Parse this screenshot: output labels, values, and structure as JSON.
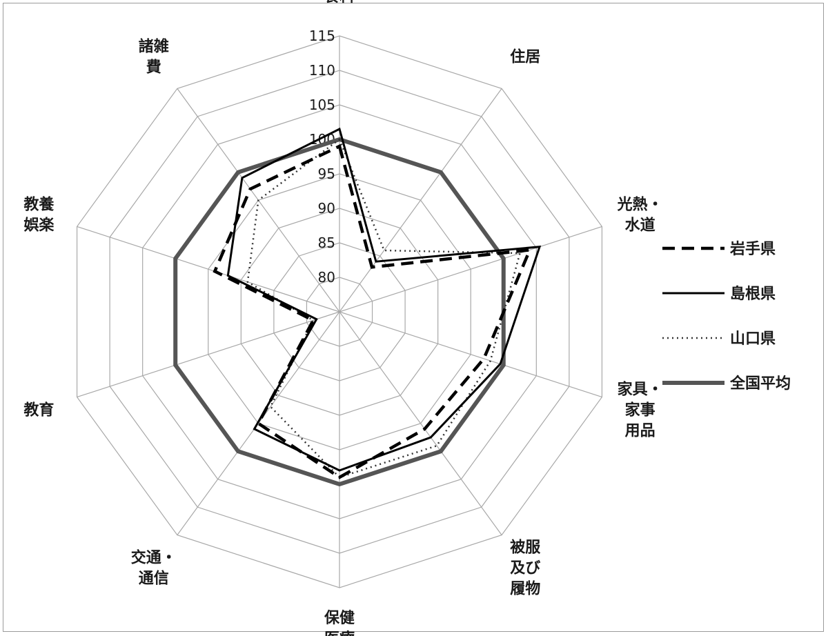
{
  "chart_data": {
    "type": "radar",
    "title": "",
    "axes": [
      "食料",
      "住居",
      "光熱・水道",
      "家具・家事用品",
      "被服及び履物",
      "保健医療",
      "交通・通信",
      "教育",
      "教養娯楽",
      "諸雑費"
    ],
    "axis_label_lines": [
      [
        "食料"
      ],
      [
        "住居"
      ],
      [
        "光熱・",
        "水道"
      ],
      [
        "家具・",
        "家事",
        "用品"
      ],
      [
        "被服",
        "及び",
        "履物"
      ],
      [
        "保健",
        "医療"
      ],
      [
        "交通・",
        "通信"
      ],
      [
        "教育"
      ],
      [
        "教養",
        "娯楽"
      ],
      [
        "諸雑",
        "費"
      ]
    ],
    "r_ticks": [
      80,
      85,
      90,
      95,
      100,
      105,
      110,
      115
    ],
    "r_range": [
      75,
      115
    ],
    "grid": true,
    "legend_position": "right",
    "series": [
      {
        "name": "岩手県",
        "style": "dashed",
        "color": "#000000",
        "values": [
          99,
          83,
          104,
          97,
          96,
          99,
          95,
          79,
          94,
          97
        ]
      },
      {
        "name": "島根県",
        "style": "solid",
        "color": "#000000",
        "values": [
          101.5,
          84,
          105.5,
          99.5,
          97.5,
          98,
          96,
          78.5,
          92,
          99
        ]
      },
      {
        "name": "山口県",
        "style": "dotted",
        "color": "#333333",
        "values": [
          100,
          86,
          102.5,
          98,
          99,
          99,
          92,
          79,
          89,
          95
        ]
      },
      {
        "name": "全国平均",
        "style": "thick",
        "color": "#555555",
        "values": [
          100,
          100,
          100,
          100,
          100,
          100,
          100,
          100,
          100,
          100
        ]
      }
    ]
  }
}
